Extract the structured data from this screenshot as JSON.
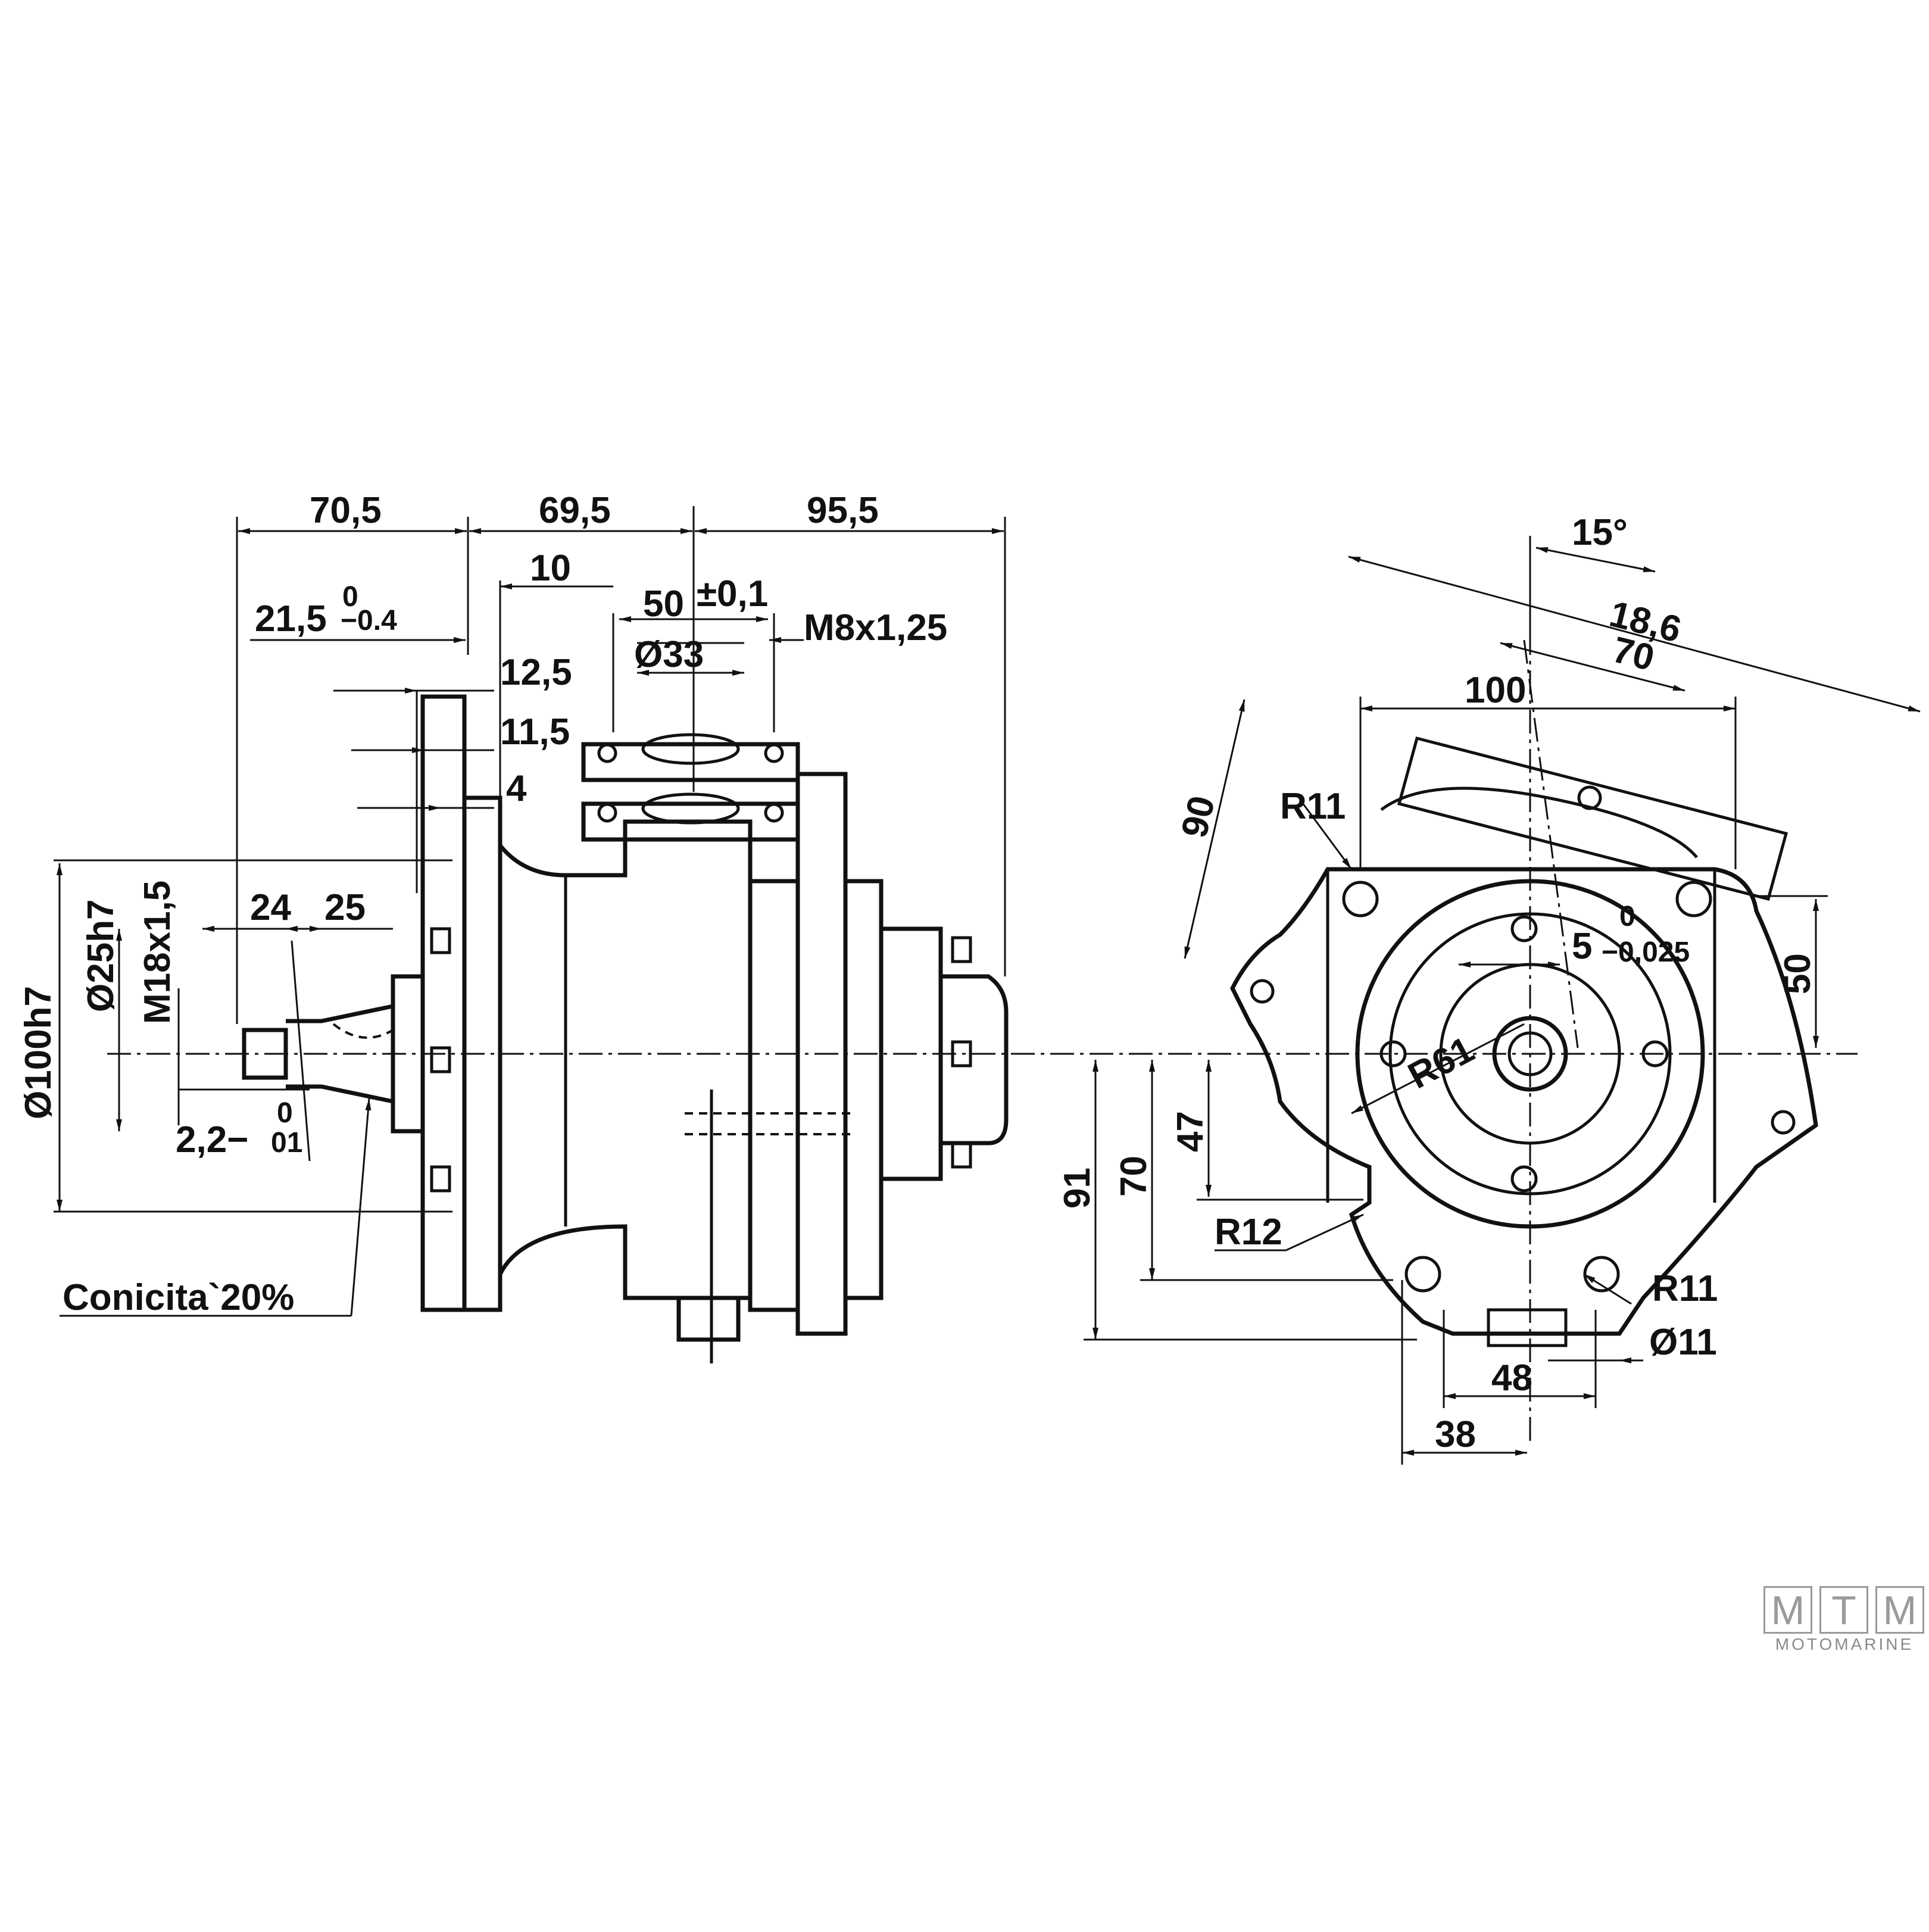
{
  "side_view": {
    "dims": {
      "d_70_5": "70,5",
      "d_69_5": "69,5",
      "d_95_5": "95,5",
      "d_10": "10",
      "d_21_5": "21,5",
      "d_21_5_tol_upper": "0",
      "d_21_5_tol_lower": "−0.4",
      "d_50": "50",
      "d_50_tol": "±0,1",
      "d_m8": "M8x1,25",
      "d_phi33": "Ø33",
      "d_12_5": "12,5",
      "d_11_5": "11,5",
      "d_4": "4",
      "d_24": "24",
      "d_25": "25",
      "d_m18": "M18x1,5",
      "d_phi25": "Ø25h7",
      "d_phi100": "Ø100h7",
      "d_2_2": "2,2−",
      "d_2_2_tol_upper": "0",
      "d_2_2_tol_lower": "01",
      "conicity": "Conicita`20%"
    }
  },
  "front_view": {
    "dims": {
      "angle_15": "15°",
      "d_18_6": "18,6",
      "d_70_top": "70",
      "d_100": "100",
      "d_90": "90",
      "r11_top": "R11",
      "d_5": "5",
      "d_5_tol_upper": "0",
      "d_5_tol_lower": "−0,025",
      "d_50_side": "50",
      "r61": "R61",
      "d_47": "47",
      "d_70_left": "70",
      "d_91": "91",
      "r12": "R12",
      "r11_bottom": "R11",
      "phi11": "Ø11",
      "d_48": "48",
      "d_38": "38"
    }
  },
  "logo": {
    "letters": [
      "M",
      "T",
      "M"
    ],
    "subtitle": "MOTOMARINE"
  }
}
